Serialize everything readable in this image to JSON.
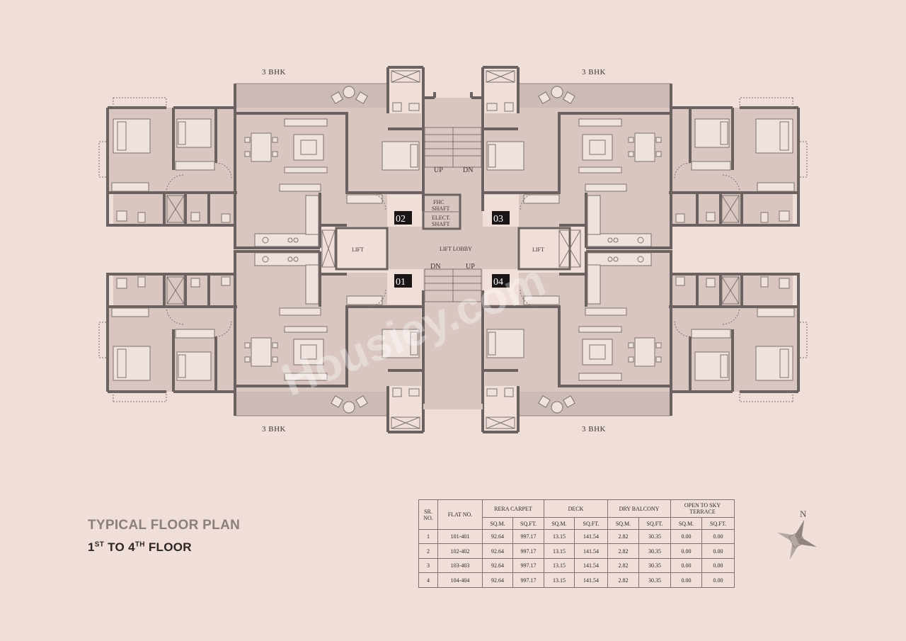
{
  "plan": {
    "bhk_labels": [
      "3 BHK",
      "3 BHK",
      "3 BHK",
      "3 BHK"
    ],
    "flat_badges": [
      "02",
      "03",
      "01",
      "04"
    ],
    "core": {
      "up": "UP",
      "dn": "DN",
      "dn2": "DN",
      "up2": "UP",
      "fhc_line1": "FHC",
      "fhc_line2": "SHAFT",
      "elect_line1": "ELECT.",
      "elect_line2": "SHAFT",
      "lift_left": "LIFT",
      "lift_right": "LIFT",
      "lift_lobby": "LIFT LOBBY"
    },
    "watermark": "Housiey.com"
  },
  "title": "TYPICAL FLOOR PLAN",
  "subtitle": {
    "part1": "1",
    "sup1": "ST",
    "part2": " TO 4",
    "sup2": "TH",
    "part3": " FLOOR"
  },
  "table": {
    "headers": {
      "sr_no": "SR. NO.",
      "flat_no": "FLAT NO.",
      "rera": "RERA CARPET",
      "deck": "DECK",
      "dry": "DRY BALCONY",
      "terrace": "OPEN TO SKY TERRACE",
      "sqm": "SQ.M.",
      "sqft": "SQ.FT."
    },
    "rows": [
      {
        "sr": "1",
        "flat": "101-401",
        "rera_m": "92.64",
        "rera_f": "997.17",
        "deck_m": "13.15",
        "deck_f": "141.54",
        "dry_m": "2.82",
        "dry_f": "30.35",
        "ter_m": "0.00",
        "ter_f": "0.00"
      },
      {
        "sr": "2",
        "flat": "102-402",
        "rera_m": "92.64",
        "rera_f": "997.17",
        "deck_m": "13.15",
        "deck_f": "141.54",
        "dry_m": "2.82",
        "dry_f": "30.35",
        "ter_m": "0.00",
        "ter_f": "0.00"
      },
      {
        "sr": "3",
        "flat": "103-403",
        "rera_m": "92.64",
        "rera_f": "997.17",
        "deck_m": "13.15",
        "deck_f": "141.54",
        "dry_m": "2.82",
        "dry_f": "30.35",
        "ter_m": "0.00",
        "ter_f": "0.00"
      },
      {
        "sr": "4",
        "flat": "104-404",
        "rera_m": "92.64",
        "rera_f": "997.17",
        "deck_m": "13.15",
        "deck_f": "141.54",
        "dry_m": "2.82",
        "dry_f": "30.35",
        "ter_m": "0.00",
        "ter_f": "0.00"
      }
    ]
  },
  "compass": {
    "north": "N"
  }
}
